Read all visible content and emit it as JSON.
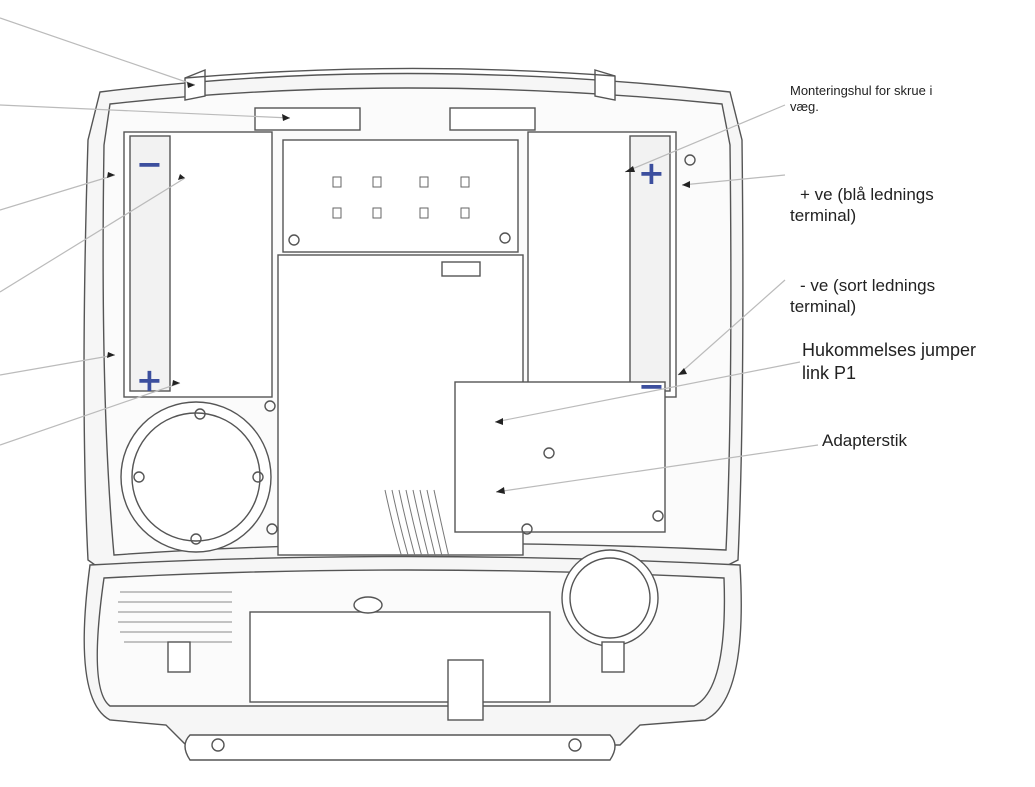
{
  "callouts": {
    "mounting_hole": {
      "line1": "Monteringshul for skrue i",
      "line2": "væg."
    },
    "plus_terminal": {
      "line1": "+ ve  (blå lednings",
      "line2": "terminal)"
    },
    "minus_terminal": {
      "line1": "- ve  (sort lednings",
      "line2": "terminal)"
    },
    "memory_jumper": {
      "line1": "Hukommelses jumper",
      "line2": "link P1"
    },
    "adapter": {
      "line1": "Adapterstik"
    }
  },
  "signs": {
    "plus": "+",
    "minus": "−"
  },
  "colors": {
    "outline": "#555555",
    "fill": "#f6f6f6",
    "leader": "#bbbbbb",
    "polarity": "#3c4f9e"
  }
}
